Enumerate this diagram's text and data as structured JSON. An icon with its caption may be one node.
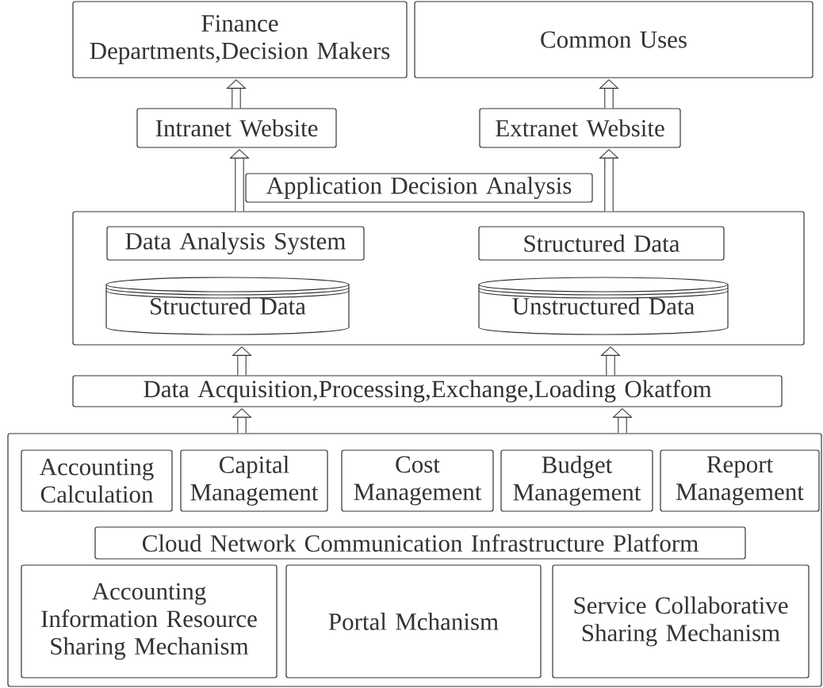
{
  "diagram": {
    "nodes": [
      {
        "text": [
          "Finance Departments,Decision Makers"
        ]
      },
      {
        "text": [
          "Common Uses"
        ]
      },
      {
        "text": [
          "Intranet Website"
        ]
      },
      {
        "text": [
          "Extranet Website"
        ]
      },
      {
        "text": [
          "Application Decision Analysis"
        ]
      },
      {
        "text": [],
        "shape": "box"
      },
      {
        "text": [
          "Data Analysis System"
        ],
        "in": 5
      },
      {
        "text": [
          "Structured Data"
        ],
        "in": 5
      },
      {
        "text": [
          "Structured Data"
        ],
        "in": 5
      },
      {
        "text": [
          "Unstructured Data"
        ],
        "in": 5
      },
      {
        "text": [
          "Data Acquisition,Processing,Exchange,Loading Okatfom"
        ]
      },
      {
        "text": [],
        "shape": "box"
      },
      {
        "text": [
          "Accounting Calculation"
        ],
        "in": 11
      },
      {
        "text": [
          "Capital Management"
        ],
        "in": 11
      },
      {
        "text": [
          "Cost Management"
        ],
        "in": 11
      },
      {
        "text": [
          "Budget Management"
        ],
        "in": 11
      },
      {
        "text": [
          "Report Management"
        ],
        "in": 11
      },
      {
        "text": [
          "Cloud Network Communication Infrastructure Platform"
        ],
        "in": 11
      },
      {
        "text": [
          "Accounting Information Resource Sharing Mechanism"
        ],
        "in": 11
      },
      {
        "text": [
          "Portal Mchanism"
        ],
        "in": 11
      },
      {
        "text": [
          "Service Collaborative Sharing Mechanism"
        ],
        "in": 11
      }
    ],
    "edges": [
      {
        "from": 2,
        "to": 0,
        "arrow": "to"
      },
      {
        "from": 3,
        "to": 1,
        "arrow": "to"
      },
      {
        "from": 5,
        "to": 2,
        "arrow": "to"
      },
      {
        "from": 5,
        "to": 3,
        "arrow": "to"
      },
      {
        "from": 10,
        "to": 5,
        "arrow": "to"
      },
      {
        "from": 10,
        "to": 5,
        "arrow": "to"
      },
      {
        "from": 11,
        "to": 10,
        "arrow": "to"
      },
      {
        "from": 11,
        "to": 10,
        "arrow": "to"
      }
    ]
  }
}
